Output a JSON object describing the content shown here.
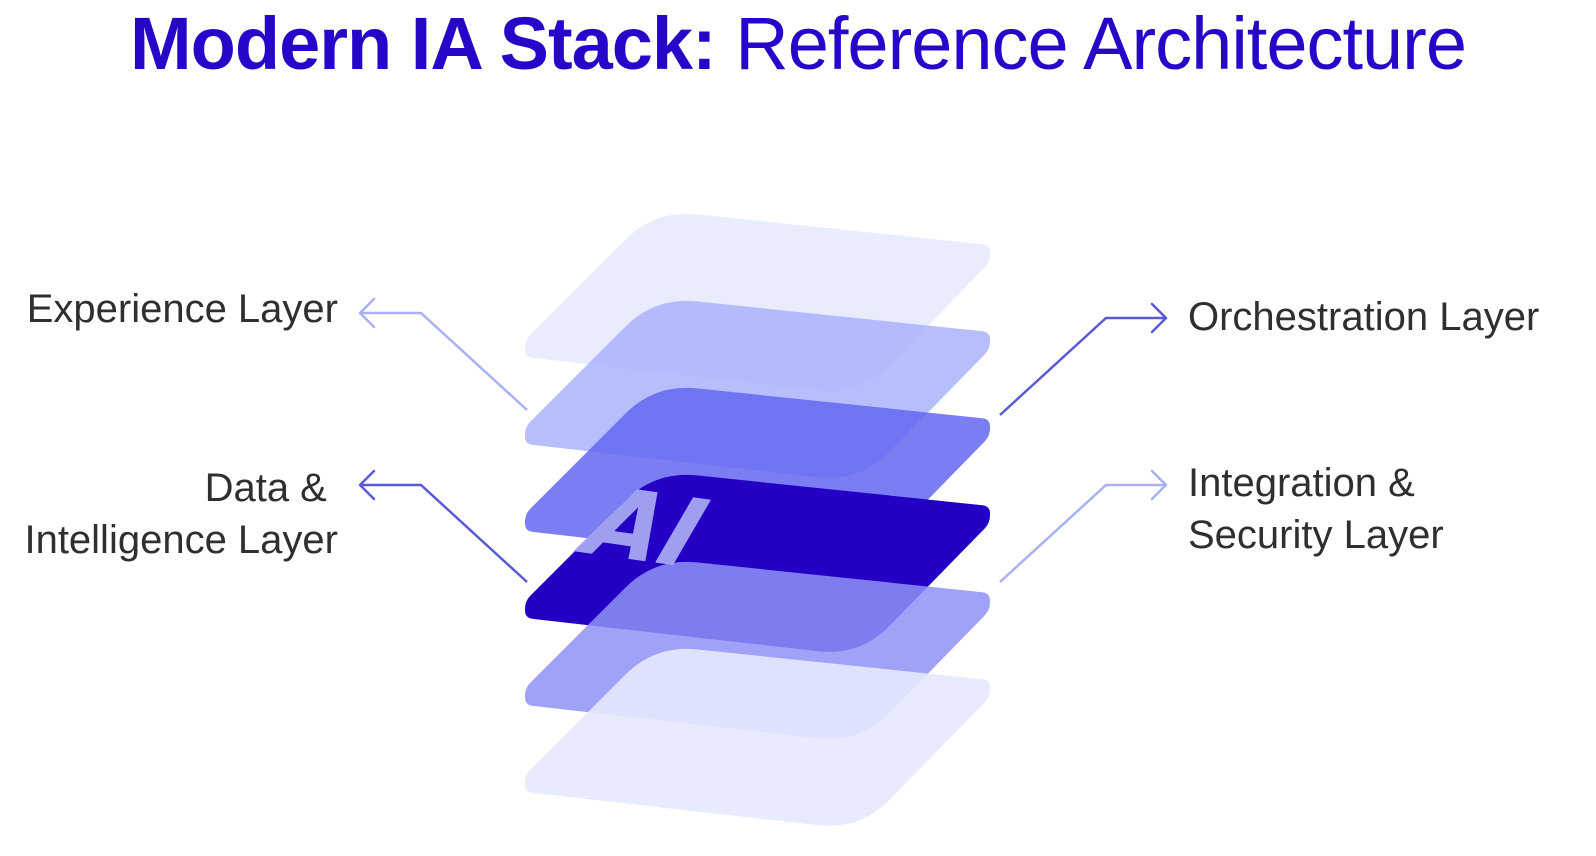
{
  "title": {
    "bold_part": "Modern IA Stack:",
    "light_part": "Reference Architecture"
  },
  "colors": {
    "brand": "#2606c9",
    "label_text": "#2f2f2f",
    "connector_light": "#a9b0f5",
    "connector_mid": "#7a7fe0",
    "connector_dark": "#5a5ad6"
  },
  "center_badge": {
    "text": "AI"
  },
  "labels": {
    "left": [
      {
        "lines": [
          "Experience Layer"
        ]
      },
      {
        "lines": [
          "Data &",
          "Intelligence Layer"
        ]
      }
    ],
    "right": [
      {
        "lines": [
          "Orchestration Layer"
        ]
      },
      {
        "lines": [
          "Integration &",
          "Security Layer"
        ]
      }
    ]
  },
  "stack": {
    "layer_count": 6,
    "highlight_layer": 4,
    "layer_fills": [
      "#e8ebfd",
      "#a9b3fb",
      "#6466f0",
      "#2400c4",
      "#8e92f6",
      "#e6e9fd"
    ],
    "layer_opacity": [
      0.95,
      0.85,
      0.85,
      1,
      0.85,
      0.9
    ]
  }
}
